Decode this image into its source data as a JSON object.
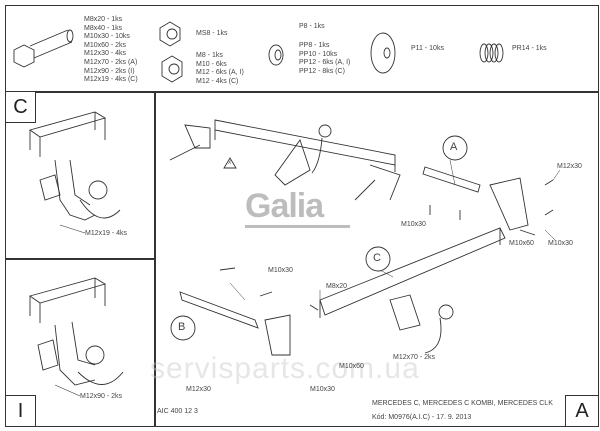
{
  "parts": {
    "bolts": [
      "M8x20 - 1ks",
      "M8x40 - 1ks",
      "M10x30 - 10ks",
      "M10x60 - 2ks",
      "M12x30 - 4ks",
      "M12x70 - 2ks (A)",
      "M12x90 - 2ks (I)",
      "M12x19 - 4ks (C)"
    ],
    "ms_nut": "MS8 - 1ks",
    "nuts": [
      "M8 - 1ks",
      "M10 - 6ks",
      "M12 - 6ks (A, I)",
      "M12 - 4ks (C)"
    ],
    "p8": "P8 - 1ks",
    "washers": [
      "PP8 - 1ks",
      "PP10 - 10ks",
      "PP12 - 6ks (A, I)",
      "PP12 - 8ks (C)"
    ],
    "p11": "P11 - 10ks",
    "pr14": "PR14 - 1ks"
  },
  "panels": {
    "c": {
      "letter": "C",
      "callout": "M12x19 - 4ks"
    },
    "i": {
      "letter": "I",
      "callout": "M12x90 - 2ks"
    }
  },
  "main": {
    "logo": "Galia",
    "watermark": "servisparts.com.ua",
    "balloons": [
      "A",
      "B",
      "C"
    ],
    "warning_mark": "X",
    "callouts": {
      "m12x30_right": "M12x30",
      "m10x30_a": "M10x30",
      "m10x60_right": "M10x60",
      "m10x30_right": "M10x30",
      "m10x30_b": "M10x30",
      "m8x20": "M8x20",
      "m12x70": "M12x70 - 2ks",
      "m10x60_b": "M10x60",
      "m12x30_b": "M12x30",
      "m10x30_bottom": "M10x30"
    }
  },
  "title_block": {
    "code_left": "AIC 400 12 3",
    "vehicle": "MERCEDES C, MERCEDES C KOMBI, MERCEDES CLK",
    "code": "Kód: M0976(A.I.C) - 17. 9. 2013",
    "variant": "A"
  }
}
